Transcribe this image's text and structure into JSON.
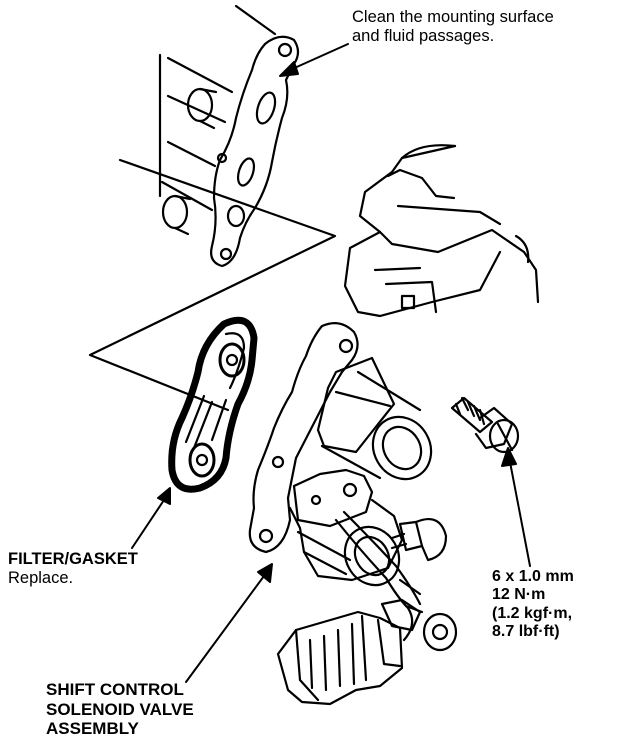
{
  "callouts": {
    "mounting_surface": {
      "line1": "Clean the mounting surface",
      "line2": "and fluid passages."
    },
    "filter_gasket": {
      "title": "FILTER/GASKET",
      "note": "Replace."
    },
    "bolt_spec": {
      "size": "6 x 1.0 mm",
      "torque_nm": "12 N·m",
      "torque_kgfm": "(1.2 kgf·m,",
      "torque_lbfft": "8.7 lbf·ft)"
    },
    "solenoid_assembly": {
      "line1": "SHIFT CONTROL",
      "line2": "SOLENOID VALVE",
      "line3": "ASSEMBLY"
    }
  }
}
